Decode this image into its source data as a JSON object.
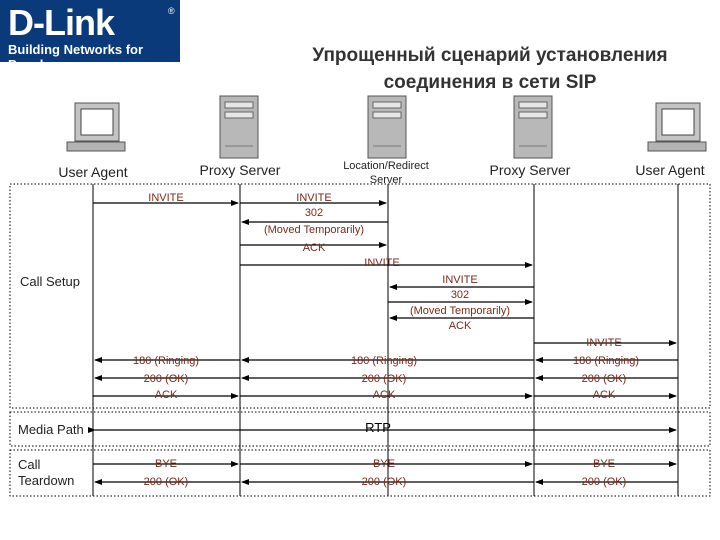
{
  "brand": {
    "name": "D-Link",
    "registered": "®",
    "tagline": "Building Networks for People"
  },
  "title": {
    "line1": "Упрощенный сценарий установления",
    "line2": "соединения в сети SIP"
  },
  "entities": [
    {
      "label": "User Agent",
      "label2": ""
    },
    {
      "label": "Proxy Server",
      "label2": ""
    },
    {
      "label": "Location/Redirect",
      "label2": "Server"
    },
    {
      "label": "Proxy Server",
      "label2": ""
    },
    {
      "label": "User Agent",
      "label2": ""
    }
  ],
  "sections": {
    "call_setup": "Call Setup",
    "media_path": "Media Path",
    "call_teardown_1": "Call",
    "call_teardown_2": "Teardown"
  },
  "messages": {
    "invite_1": "INVITE",
    "invite_2": "INVITE",
    "m302_1": "302",
    "moved_1": "(Moved Temporarily)",
    "ack_1": "ACK",
    "invite_3": "INVITE",
    "invite_4": "INVITE",
    "m302_2": "302",
    "moved_2": "(Moved Temporarily)",
    "ack_2": "ACK",
    "invite_5": "INVITE",
    "ringing_1": "180 (Ringing)",
    "ringing_2": "180 (Ringing)",
    "ringing_3": "180 (Ringing)",
    "ok_1": "200 (OK)",
    "ok_2": "200 (OK)",
    "ok_3": "200 (OK)",
    "ack_3": "ACK",
    "ack_4": "ACK",
    "ack_5": "ACK",
    "rtp": "RTP",
    "bye_1": "BYE",
    "bye_2": "BYE",
    "bye_3": "BYE",
    "ok_4": "200 (OK)",
    "ok_5": "200 (OK)",
    "ok_6": "200 (OK)"
  },
  "colors": {
    "brand_bg": "#0a3a7a",
    "message_text": "#7a2a1a",
    "line": "#000000",
    "device": "#b0b0b0"
  }
}
